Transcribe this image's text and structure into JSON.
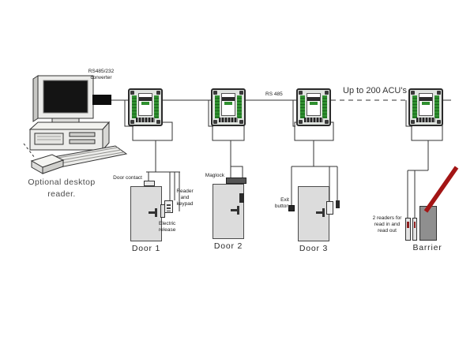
{
  "computer": {
    "optional_reader_label": "Optional desktop reader."
  },
  "converter": {
    "label": "RS485/232 converter"
  },
  "bus": {
    "protocol": "RS 485",
    "capacity": "Up to 200 ACU's"
  },
  "doors": [
    {
      "name": "Door 1",
      "door_contact": "Door contact",
      "reader_keypad": "Reader and keypad",
      "electric_release": "Electric release"
    },
    {
      "name": "Door 2",
      "maglock": "Maglock"
    },
    {
      "name": "Door 3",
      "exit_button": "Exit button"
    }
  ],
  "barrier": {
    "name": "Barrier",
    "readers_note": "2 readers for read in and read out"
  },
  "colors": {
    "acu_green": "#2f8f2f",
    "barrier_arm_red": "#a31515",
    "door_gray": "#dcdcdc"
  }
}
